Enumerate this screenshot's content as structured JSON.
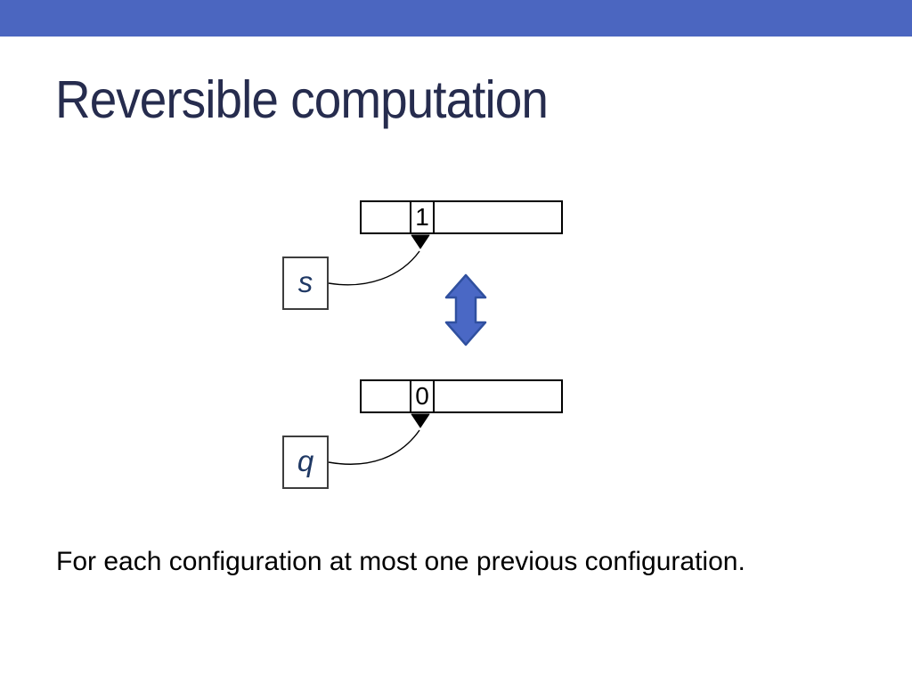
{
  "slide": {
    "title": "Reversible computation",
    "caption": "For each configuration at most one previous configuration."
  },
  "colors": {
    "header_bar": "#4B66C0",
    "title_text": "#262C4E",
    "state_label": "#1F3864",
    "arrow_fill": "#4A68C5",
    "arrow_stroke": "#30509F",
    "line": "#000000"
  },
  "diagram": {
    "tape_top": {
      "cells": [
        "",
        "1",
        ""
      ]
    },
    "tape_bottom": {
      "cells": [
        "",
        "0",
        ""
      ]
    },
    "state_top": {
      "label": "s"
    },
    "state_bottom": {
      "label": "q"
    },
    "arrow": {
      "type": "double-vertical"
    }
  }
}
